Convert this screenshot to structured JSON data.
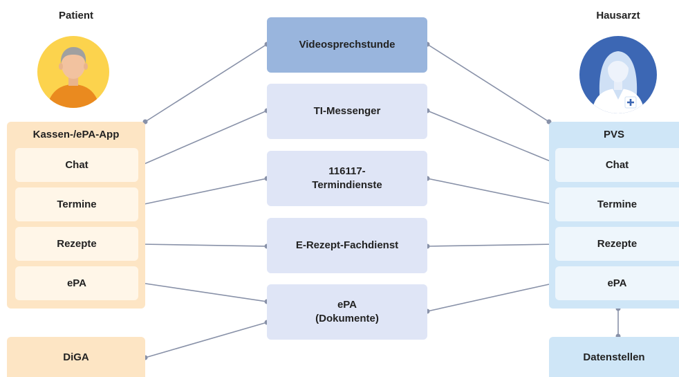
{
  "patient": {
    "role_label": "Patient",
    "app_title": "Kassen-/ePA-App",
    "items": [
      "Chat",
      "Termine",
      "Rezepte",
      "ePA"
    ],
    "diga_label": "DiGA"
  },
  "doctor": {
    "role_label": "Hausarzt",
    "system_title": "PVS",
    "items": [
      "Chat",
      "Termine",
      "Rezepte",
      "ePA"
    ],
    "datastore_label": "Datenstellen"
  },
  "services": [
    {
      "line1": "Videosprechstunde",
      "line2": "",
      "active": true
    },
    {
      "line1": "TI-Messenger",
      "line2": "",
      "active": false
    },
    {
      "line1": "116117-",
      "line2": "Termindienste",
      "active": false
    },
    {
      "line1": "E-Rezept-Fachdienst",
      "line2": "",
      "active": false
    },
    {
      "line1": "ePA",
      "line2": "(Dokumente)",
      "active": false
    }
  ],
  "colors": {
    "patient_panel": "#fde5c4",
    "doctor_panel": "#cfe6f7",
    "service_box": "#dfe5f6",
    "service_active": "#99b5dd",
    "connector": "#8891a8",
    "patient_avatar_bg": "#fcd34d",
    "doctor_avatar_bg": "#3c67b4"
  }
}
